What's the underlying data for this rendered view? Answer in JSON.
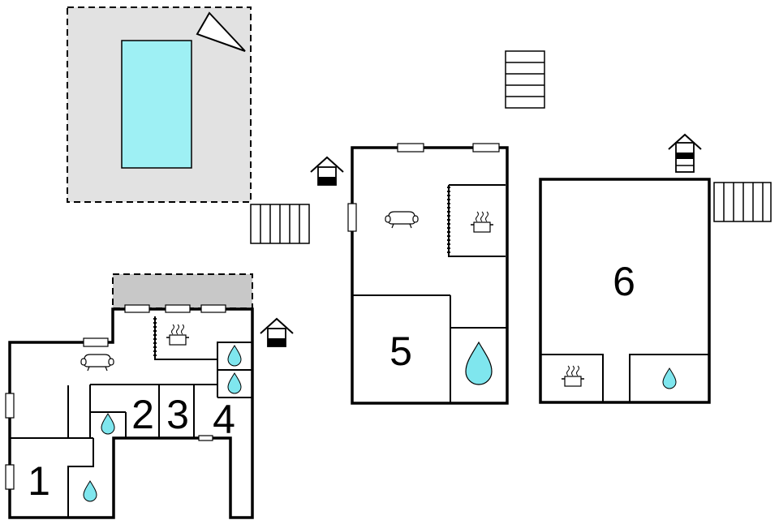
{
  "rooms": {
    "room1": "1",
    "room2": "2",
    "room3": "3",
    "room4": "4",
    "room5": "5",
    "room6": "6"
  },
  "colors": {
    "water": "#7fe6ee",
    "pool": "#9ef0f4",
    "terrace": "#e2e2e2",
    "covered_terrace": "#c8c8c8",
    "wall": "#000000"
  },
  "icons": [
    "sofa-icon",
    "stove-icon",
    "water-drop-icon",
    "house-entrance-icon",
    "stairs-icon",
    "compass-icon"
  ]
}
